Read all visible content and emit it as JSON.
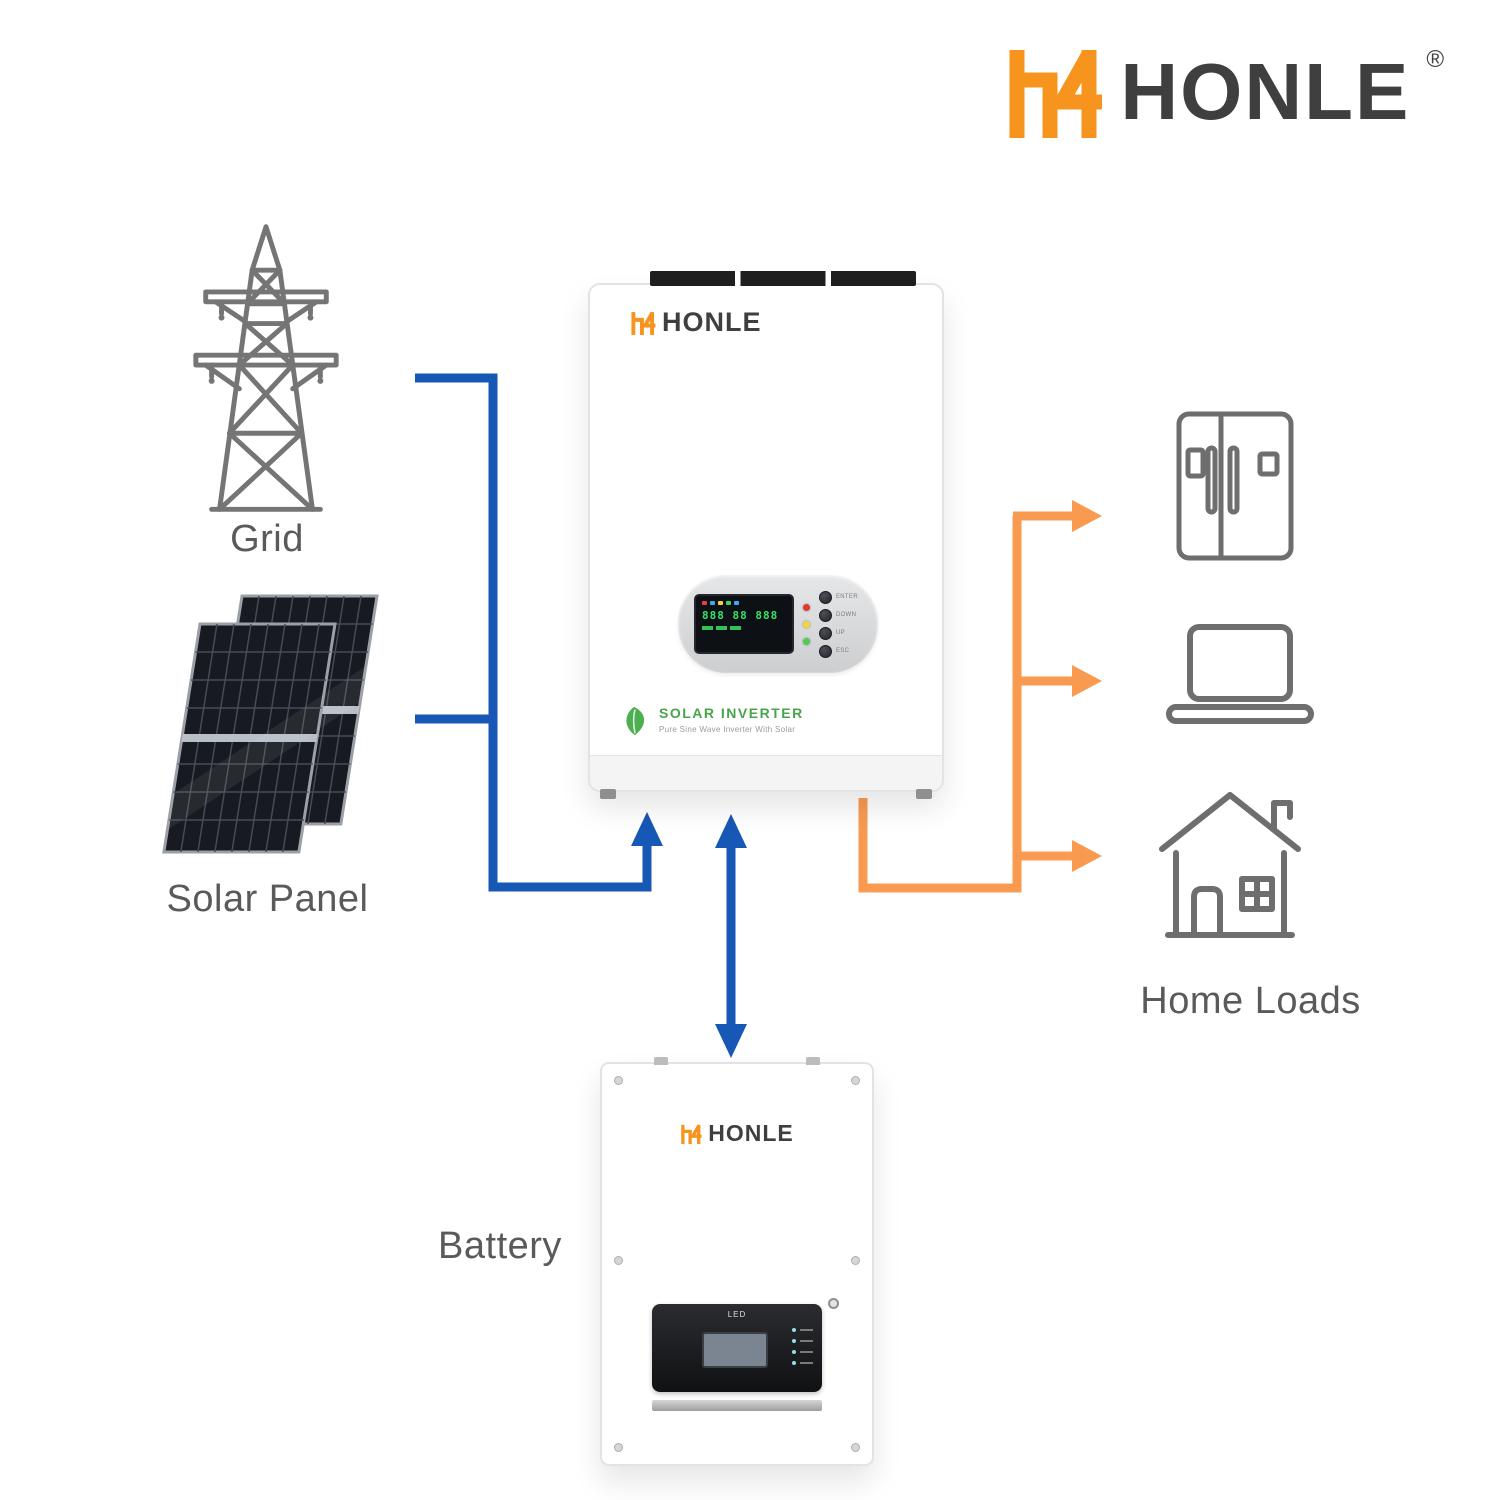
{
  "header": {
    "brand": "HONLE",
    "registered_mark": "®"
  },
  "colors": {
    "brand_orange": "#F7941D",
    "brand_dark": "#3F3F3F",
    "line_blue": "#1757B5",
    "line_orange": "#F89B51",
    "icon_gray": "#757575",
    "label_gray": "#5A5A5A"
  },
  "icons": {
    "grid": "transmission-tower",
    "solar_panel": "solar-panels",
    "home_loads": [
      "refrigerator",
      "laptop",
      "house"
    ],
    "battery_flow": "double-arrow"
  },
  "nodes": {
    "grid": {
      "label": "Grid"
    },
    "solar_panel": {
      "label": "Solar Panel"
    },
    "home_loads": {
      "label": "Home Loads"
    },
    "battery": {
      "label": "Battery"
    }
  },
  "inverter": {
    "brand": "HONLE",
    "lcd_text": "888 88 888",
    "product_title": "SOLAR INVERTER",
    "product_subtitle": "Pure Sine Wave Inverter With Solar",
    "buttons": [
      "ENTER",
      "DOWN",
      "UP",
      "ESC"
    ]
  },
  "battery_unit": {
    "brand": "HONLE",
    "panel_label": "LED"
  }
}
